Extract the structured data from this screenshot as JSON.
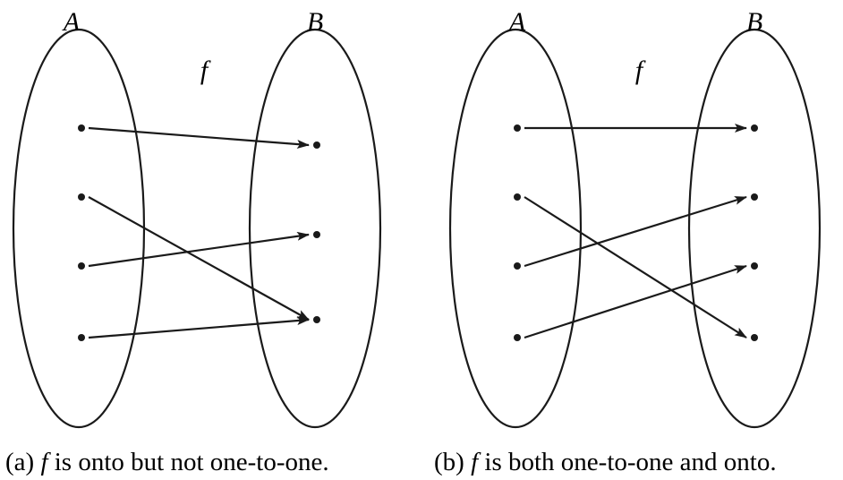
{
  "diagrams": [
    {
      "id": "a",
      "domain_label": "A",
      "codomain_label": "B",
      "function_label": "f",
      "domain_points": 4,
      "codomain_points": 3,
      "mapping": [
        0,
        2,
        1,
        2
      ],
      "caption": {
        "prefix": "(a) ",
        "fn": "f",
        "rest": " is onto but not one-to-one."
      }
    },
    {
      "id": "b",
      "domain_label": "A",
      "codomain_label": "B",
      "function_label": "f",
      "domain_points": 4,
      "codomain_points": 4,
      "mapping": [
        0,
        3,
        1,
        2
      ],
      "caption": {
        "prefix": "(b) ",
        "fn": "f",
        "rest": " is both one-to-one and onto."
      }
    }
  ],
  "colors": {
    "ink": "#1a1a1a",
    "background": "#ffffff"
  }
}
